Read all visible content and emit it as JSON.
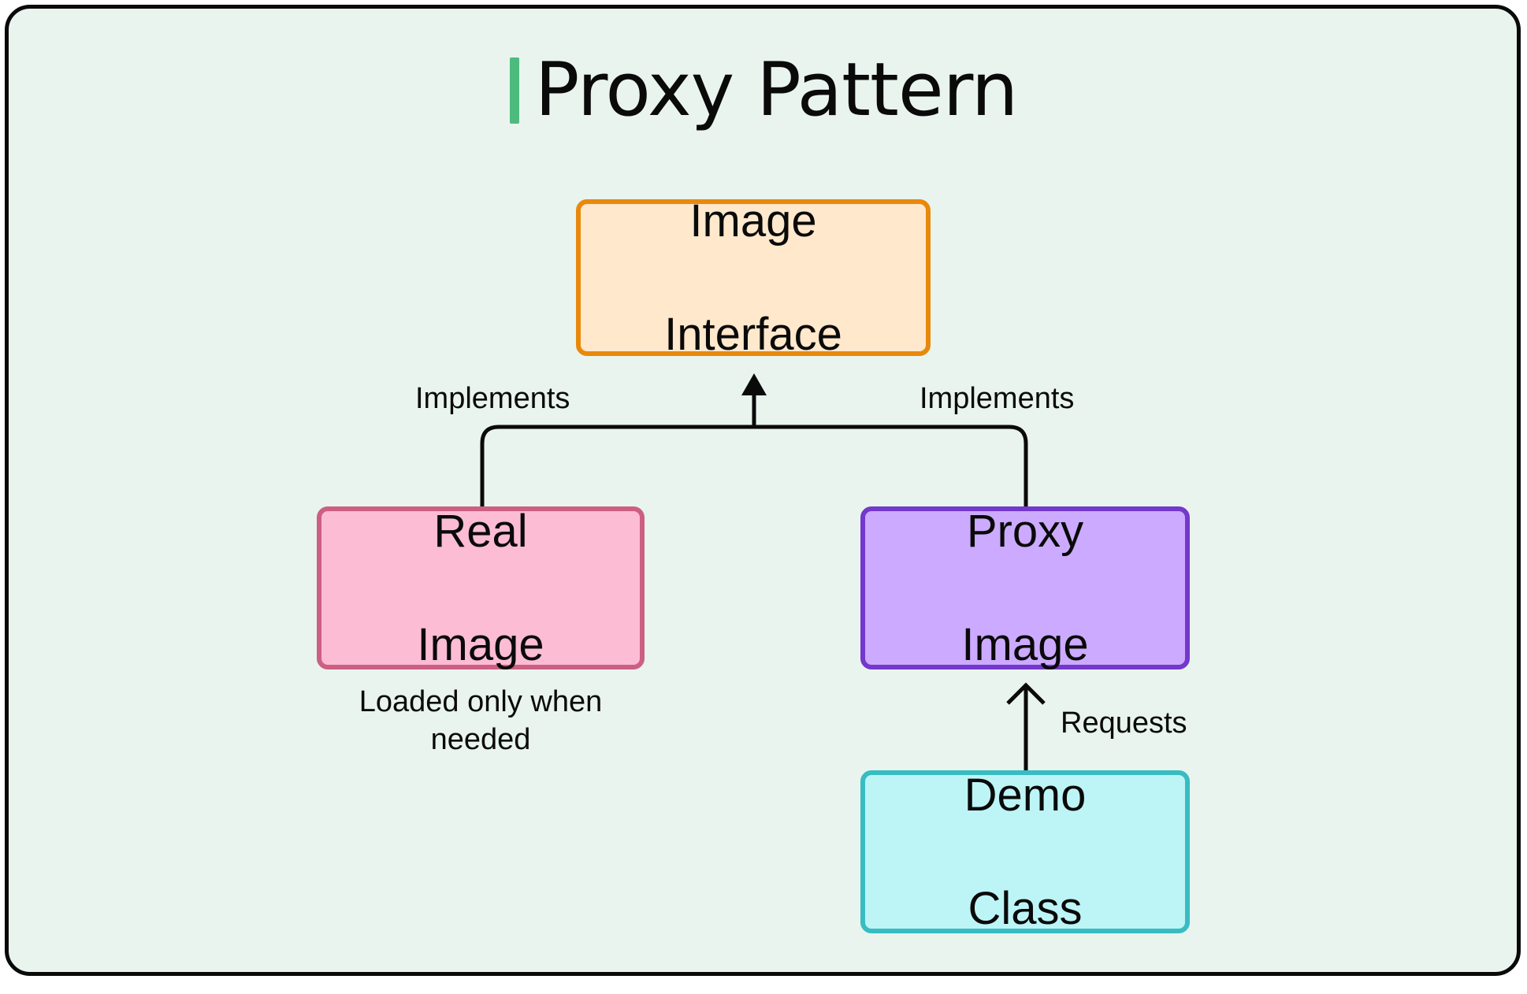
{
  "diagram": {
    "title": "Proxy Pattern",
    "accent_color": "#4dbb7e",
    "background_color": "#e9f4ef",
    "nodes": {
      "image_interface": {
        "line1": "Image",
        "line2": "Interface",
        "fill": "#ffe8cc",
        "border": "#e8890c"
      },
      "real_image": {
        "line1": "Real",
        "line2": "Image",
        "fill": "#fcbcd4",
        "border": "#cc5f83"
      },
      "proxy_image": {
        "line1": "Proxy",
        "line2": "Image",
        "fill": "#ccaaff",
        "border": "#7438cc"
      },
      "demo_class": {
        "line1": "Demo",
        "line2": "Class",
        "fill": "#bdf5f7",
        "border": "#38bcc2"
      }
    },
    "edges": {
      "real_to_interface_label": "Implements",
      "proxy_to_interface_label": "Implements",
      "demo_to_proxy_label": "Requests"
    },
    "notes": {
      "real_image_line1": "Loaded only when",
      "real_image_line2": "needed"
    }
  }
}
